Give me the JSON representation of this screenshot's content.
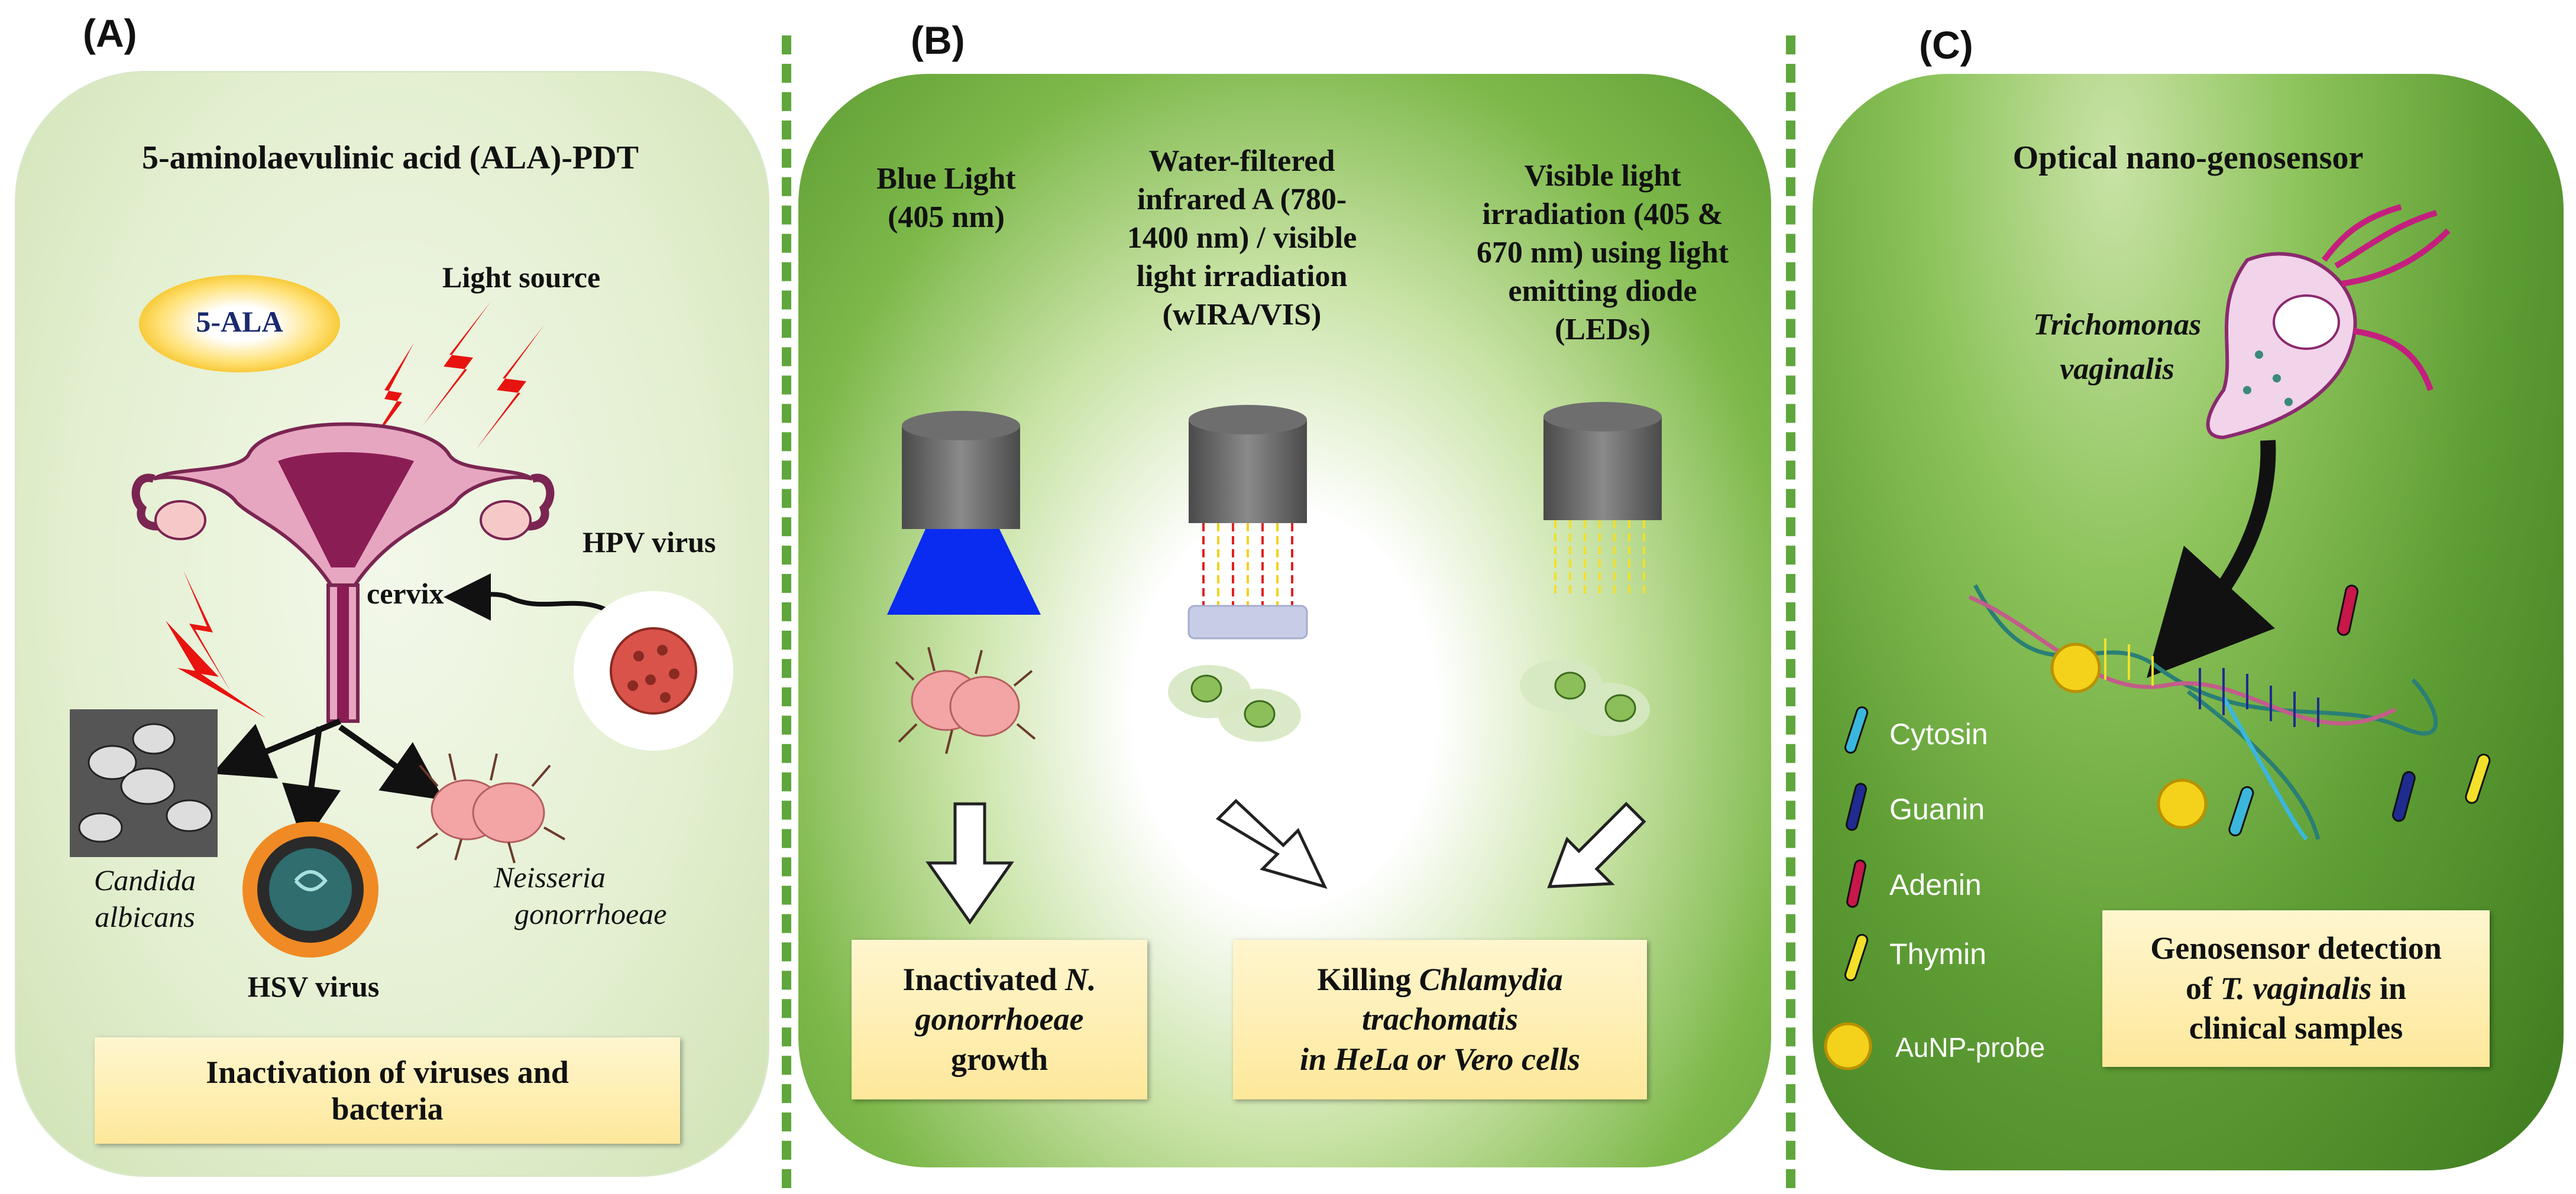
{
  "labels": {
    "a": "(A)",
    "b": "(B)",
    "c": "(C)"
  },
  "panel_a": {
    "title": "5-aminolaevulinic acid (ALA)-PDT",
    "ala": "5-ALA",
    "light_source": "Light source",
    "hpv": "HPV virus",
    "cervix": "cervix",
    "candida_1": "Candida",
    "candida_2": "albicans",
    "hsv": "HSV virus",
    "neisseria_1": "Neisseria",
    "neisseria_2": "gonorrhoeae",
    "result_1": "Inactivation of viruses and",
    "result_2": "bacteria"
  },
  "panel_b": {
    "col1_1": "Blue Light",
    "col1_2": "(405 nm)",
    "col2_1": "Water-filtered",
    "col2_2": "infrared A (780-",
    "col2_3": "1400 nm) / visible",
    "col2_4": "light irradiation",
    "col2_5": "(wIRA/VIS)",
    "col3_1": "Visible light",
    "col3_2": "irradiation (405 &",
    "col3_3": "670 nm) using light",
    "col3_4": "emitting diode",
    "col3_5": "(LEDs)",
    "result1_a": "Inactivated ",
    "result1_b": "N.",
    "result1_c": "gonorrhoeae",
    "result1_d": "growth",
    "result2_a": "Killing ",
    "result2_b": "Chlamydia",
    "result2_c": "trachomatis",
    "result2_d": "in HeLa or Vero cells"
  },
  "panel_c": {
    "title": "Optical nano-genosensor",
    "organism_1": "Trichomonas",
    "organism_2": "vaginalis",
    "legend": {
      "cytosin": "Cytosin",
      "guanin": "Guanin",
      "adenin": "Adenin",
      "thymin": "Thymin",
      "aunp": "AuNP-probe"
    },
    "result_1": "Genosensor detection",
    "result_2a": "of ",
    "result_2b": "T. vaginalis",
    "result_2c": " in",
    "result_3": "clinical samples"
  },
  "colors": {
    "divider": "#5fa63c",
    "cytosin": "#3bb7dd",
    "guanin": "#1f2b8f",
    "adenin": "#c8174a",
    "thymin": "#f2e02a",
    "aunp": "#f4d21b",
    "blue_light": "#0a2bf0"
  }
}
